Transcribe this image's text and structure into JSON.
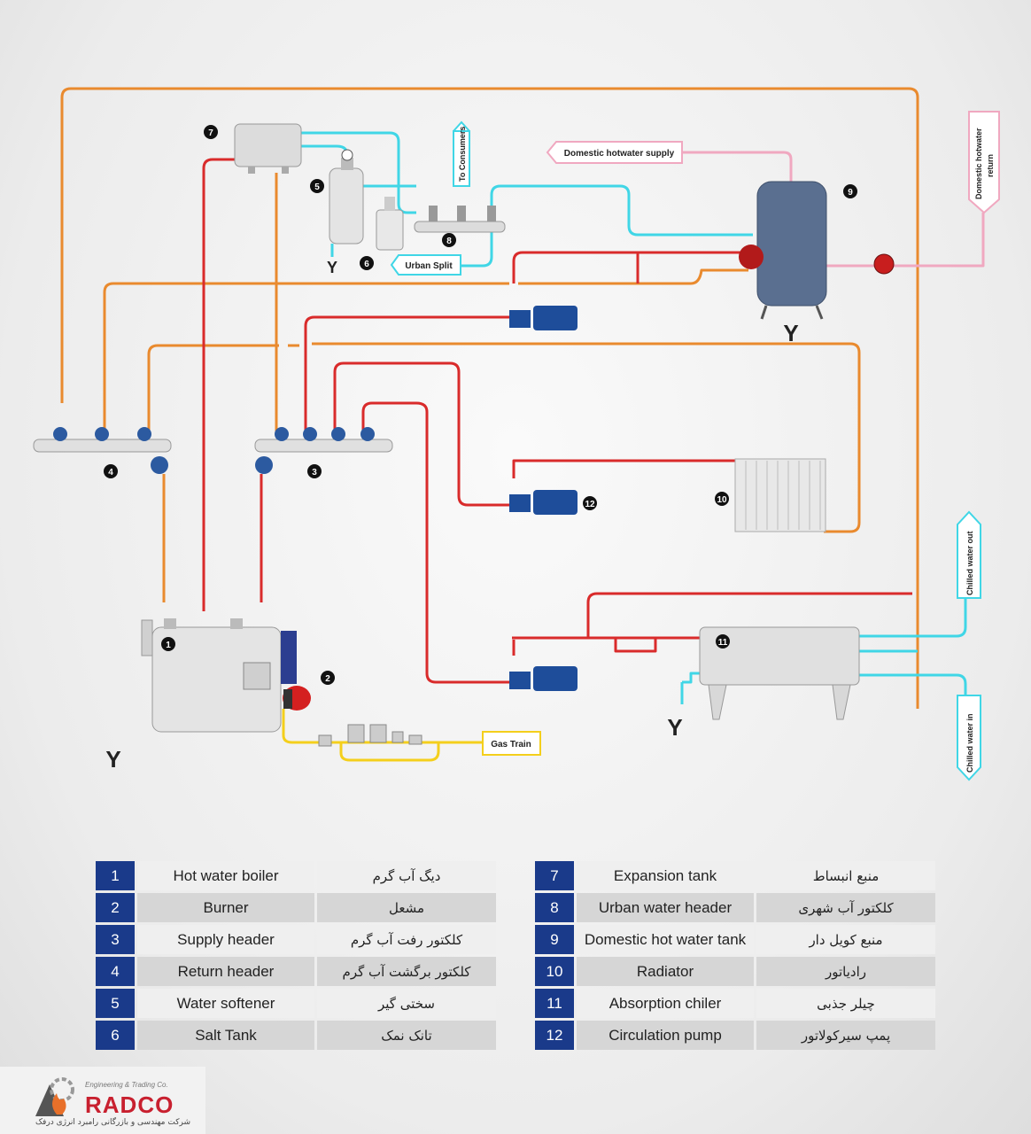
{
  "diagram": {
    "labels": {
      "domestic_supply": "Domestic hotwater supply",
      "domestic_return_1": "Domestic hotwater",
      "domestic_return_2": "return",
      "to_consumers": "To Consumers",
      "urban_split": "Urban Split",
      "gas_train": "Gas Train",
      "chilled_out": "Chilled water out",
      "chilled_in": "Chilled water in",
      "drain": "Y"
    },
    "numbers": [
      "1",
      "2",
      "3",
      "4",
      "5",
      "6",
      "7",
      "8",
      "9",
      "10",
      "11",
      "12"
    ],
    "colors": {
      "supply": "#d92b2b",
      "return": "#e98a2e",
      "cold": "#40d6e6",
      "domestic": "#f0a8c0",
      "gas": "#f4cf1c",
      "equipment": "#d8d8d8",
      "tank": "#5a6f90"
    }
  },
  "legend": {
    "left": [
      {
        "n": "1",
        "en": "Hot water boiler",
        "fa": "دیگ آب گرم"
      },
      {
        "n": "2",
        "en": "Burner",
        "fa": "مشعل"
      },
      {
        "n": "3",
        "en": "Supply header",
        "fa": "کلکتور رفت آب گرم"
      },
      {
        "n": "4",
        "en": "Return header",
        "fa": "کلکتور برگشت آب گرم"
      },
      {
        "n": "5",
        "en": "Water softener",
        "fa": "سختی گیر"
      },
      {
        "n": "6",
        "en": "Salt Tank",
        "fa": "تانک نمک"
      }
    ],
    "right": [
      {
        "n": "7",
        "en": "Expansion tank",
        "fa": "منبع انبساط"
      },
      {
        "n": "8",
        "en": "Urban water header",
        "fa": "کلکتور آب شهری"
      },
      {
        "n": "9",
        "en": "Domestic hot water tank",
        "fa": "منبع کویل دار"
      },
      {
        "n": "10",
        "en": "Radiator",
        "fa": "رادیاتور"
      },
      {
        "n": "11",
        "en": "Absorption chiler",
        "fa": "چیلر جذبی"
      },
      {
        "n": "12",
        "en": "Circulation pump",
        "fa": "پمپ سیرکولاتور"
      }
    ]
  },
  "brand": {
    "tagline": "Engineering & Trading Co.",
    "name": "RADCO",
    "subtitle_fa": "شرکت مهندسی و بازرگانی رامبرد انرژی درفک"
  }
}
